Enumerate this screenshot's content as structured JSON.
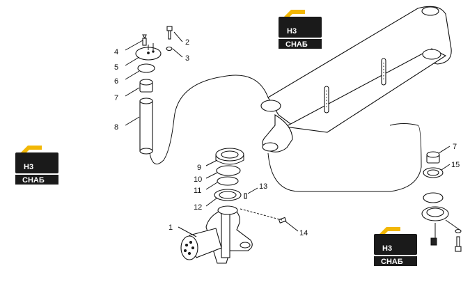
{
  "callouts": [
    {
      "id": "c4",
      "label": "4"
    },
    {
      "id": "c2",
      "label": "2"
    },
    {
      "id": "c3",
      "label": "3"
    },
    {
      "id": "c5",
      "label": "5"
    },
    {
      "id": "c6",
      "label": "6"
    },
    {
      "id": "c7a",
      "label": "7"
    },
    {
      "id": "c8",
      "label": "8"
    },
    {
      "id": "c9",
      "label": "9"
    },
    {
      "id": "c10",
      "label": "10"
    },
    {
      "id": "c11",
      "label": "11"
    },
    {
      "id": "c12",
      "label": "12"
    },
    {
      "id": "c13",
      "label": "13"
    },
    {
      "id": "c1",
      "label": "1"
    },
    {
      "id": "c14",
      "label": "14"
    },
    {
      "id": "c7b",
      "label": "7"
    },
    {
      "id": "c15",
      "label": "15"
    }
  ],
  "watermark": {
    "mark": "H3",
    "name": "CHAБ",
    "colors": {
      "yellow": "#f2b705",
      "dark": "#1a1a1a"
    }
  }
}
